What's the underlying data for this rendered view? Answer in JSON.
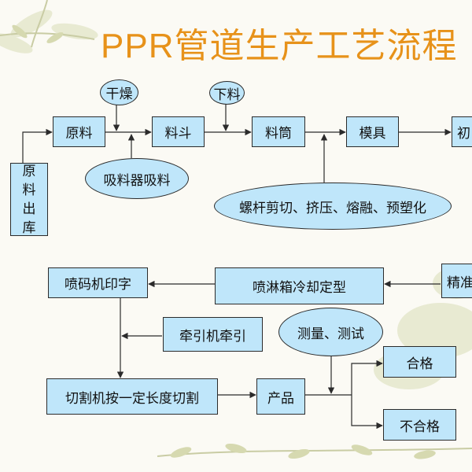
{
  "title": {
    "latin": "PPR",
    "rest": "管道生产工艺流程"
  },
  "nodes": {
    "raw_out": [
      "原",
      "料",
      "出",
      "库"
    ],
    "raw": "原料",
    "hopper": "料斗",
    "barrel": "料筒",
    "die": "模具",
    "next_partial": "初",
    "precision_partial": "精准",
    "spray_cool": "喷淋箱冷却定型",
    "printer": "喷码机印字",
    "tractor": "牵引机牵引",
    "cutter": "切割机按一定长度切割",
    "product": "产品",
    "pass": "合格",
    "fail": "不合格"
  },
  "ovals": {
    "dry": "干燥",
    "feed": "下料",
    "suction": "吸料器吸料",
    "screw": "螺杆剪切、挤压、熔融、预塑化",
    "measure": "测量、测试"
  },
  "colors": {
    "title": "#e7921a",
    "box": "#bfe6fa",
    "line": "#2b2b2b",
    "leaf": "#c9cca4"
  }
}
